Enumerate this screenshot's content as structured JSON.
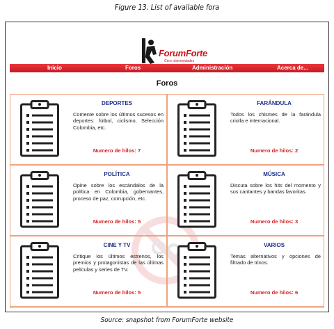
{
  "figure": {
    "caption": "Figure 13. List of available fora",
    "source": "Source: snapshot from ForumForte website"
  },
  "site": {
    "logo_name": "ForumForte",
    "logo_tagline": "Cero obscenidades"
  },
  "nav": {
    "items": [
      "Inicio",
      "Foros",
      "Administración",
      "Acerca de..."
    ]
  },
  "section_title": "Foros",
  "forums": [
    {
      "name": "DEPORTES",
      "description": "Comente sobre los últimos sucesos en deportes: fútbol, ciclismo, Selección Colombia, etc.",
      "threads": "Numero de hilos: 7"
    },
    {
      "name": "FARÁNDULA",
      "description": "Todos los chismes de la farándula criolla e internacional.",
      "threads": "Numero de hilos: 2"
    },
    {
      "name": "POLÍTICA",
      "description": "Opine sobre los escándalos de la política en Colombia, gobernantes, proceso de paz, corrupción, etc.",
      "threads": "Numero de hilos: 5"
    },
    {
      "name": "MÚSICA",
      "description": "Discuta sobre los hits del momento y sus cantantes y bandas favoritas.",
      "threads": "Numero de hilos: 3"
    },
    {
      "name": "CINE Y TV",
      "description": "Critique los últimos estrenos, los premios y protagonistas de las últimas películas y series de TV.",
      "threads": "Numero de hilos: 5"
    },
    {
      "name": "VARIOS",
      "description": "Temas alternativos y opciones de filtrado de trinos.",
      "threads": "Numero de hilos: 6"
    }
  ],
  "icons": {
    "forum_icon": "clipboard-list-icon",
    "watermark": "no-symbol-icon"
  },
  "colors": {
    "accent_red": "#c8161d",
    "forum_title_blue": "#1f2f8a",
    "card_border": "#f0a27f"
  }
}
